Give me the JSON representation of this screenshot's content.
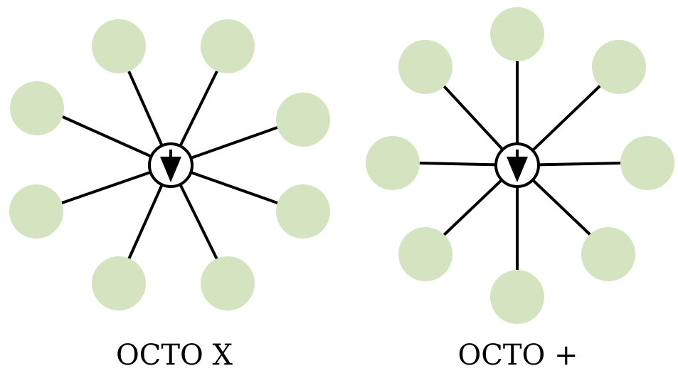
{
  "diagrams": [
    {
      "id": "octo-x",
      "label": "OCTO X",
      "rotor_count": 8,
      "configuration": "X"
    },
    {
      "id": "octo-plus",
      "label": "OCTO +",
      "rotor_count": 8,
      "configuration": "+"
    }
  ],
  "colors": {
    "rotor": "#d4e4c0",
    "arm": "#000000",
    "hub_fill": "#ffffff",
    "hub_stroke": "#000000",
    "arrow": "#000000"
  },
  "icons": {
    "hub": "circle-with-down-arrow-icon"
  }
}
